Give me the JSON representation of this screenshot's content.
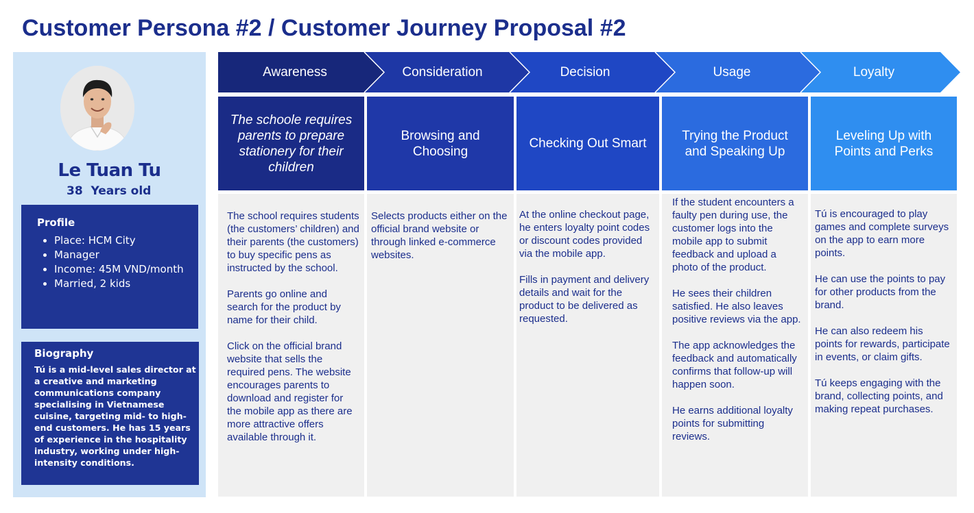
{
  "title": "Customer Persona #2 / Customer Journey Proposal #2",
  "persona": {
    "avatar_icon": "person-photo",
    "name": "Le Tuan Tu",
    "age": "38  Years old",
    "profile": {
      "heading": "Profile",
      "items": [
        "Place: HCM City",
        "Manager",
        "Income: 45M VND/month",
        "Married, 2 kids"
      ]
    },
    "biography": {
      "heading": "Biography",
      "text": "Tú is a mid-level sales director at a creative and marketing communications company specialising in Vietnamese cuisine, targeting mid- to high-end customers. He has 15 years of experience in the hospitality industry, working under high-intensity conditions."
    }
  },
  "journey": {
    "stages": [
      {
        "label": "Awareness",
        "color": "#17277a",
        "title": "The schoole requires parents to prepare stationery for their children",
        "details": [
          "The school requires students (the customers’ children) and their parents (the customers) to buy specific pens as instructed by the school.",
          "Parents go online and search for the product by name for their child.",
          "Click on the official brand website that sells the required pens. The website encourages parents to download and register for the mobile app as there are more attractive offers available through it."
        ]
      },
      {
        "label": "Consideration",
        "color": "#1e37a5",
        "title": "Browsing and Choosing",
        "details": [
          "Selects products either on the official brand website or through linked e-commerce websites."
        ]
      },
      {
        "label": "Decision",
        "color": "#1f47c4",
        "title": "Checking Out Smart",
        "details": [
          "At the online checkout page, he enters loyalty point codes or discount codes provided via the mobile app.",
          "Fills in payment and delivery details and wait for the product to be delivered as requested."
        ]
      },
      {
        "label": "Usage",
        "color": "#2b6bdf",
        "title": "Trying the Product and Speaking Up",
        "details": [
          "If the student encounters a faulty pen during use, the customer logs into the mobile app to submit feedback and upload a photo of the product.",
          "He sees their children satisfied. He also leaves positive reviews via the app.",
          "The app acknowledges the feedback and automatically confirms that follow-up will happen soon.",
          "He earns additional loyalty points for submitting reviews."
        ]
      },
      {
        "label": "Loyalty",
        "color": "#2f8ef0",
        "title": "Leveling Up with Points and Perks",
        "details": [
          "Tú is encouraged to play games and complete surveys on the app to earn more points.",
          "He can use the points to pay for other products from the brand.",
          "He can also redeem his points for rewards, participate in events, or claim gifts.",
          "Tú keeps engaging with the brand, collecting points, and making repeat purchases."
        ]
      }
    ]
  }
}
